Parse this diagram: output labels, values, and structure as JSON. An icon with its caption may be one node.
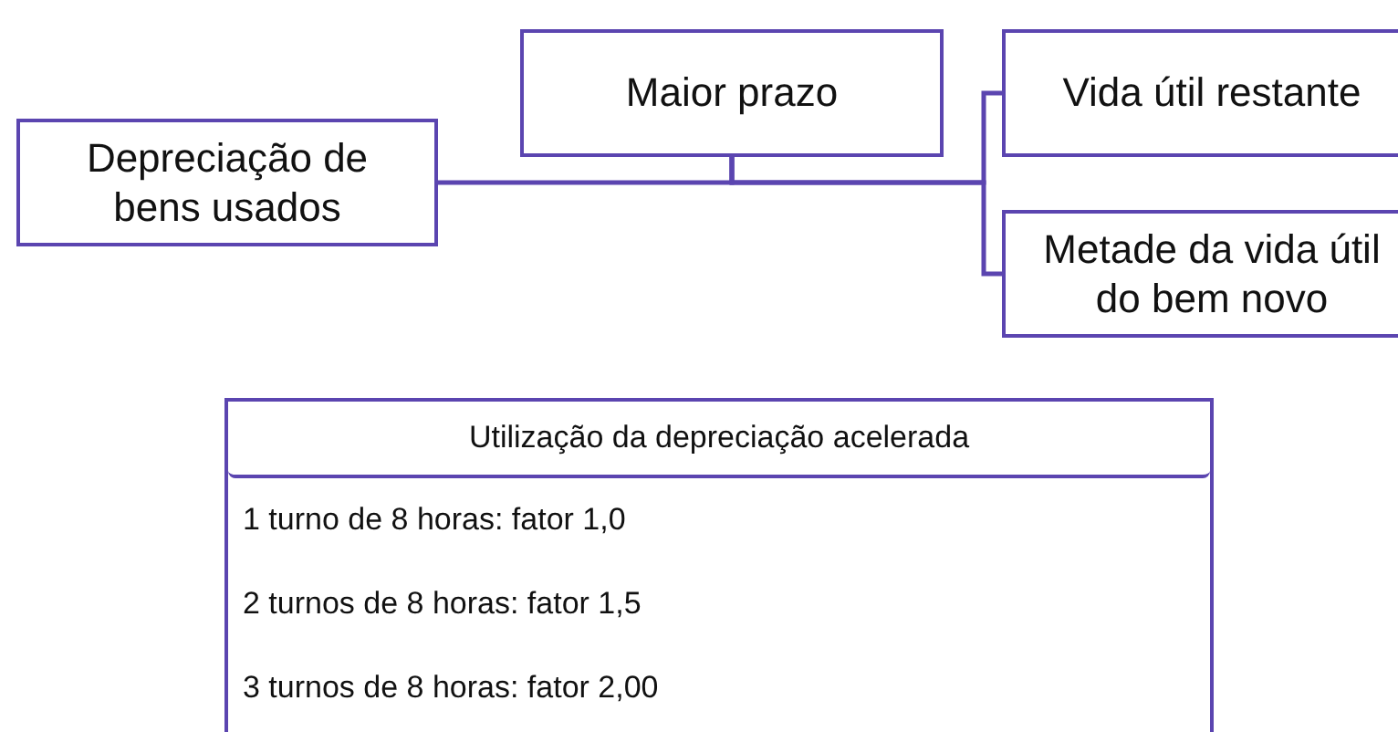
{
  "diagram": {
    "nodes": [
      {
        "text": [
          "Depreciação de bens usados"
        ]
      },
      {
        "text": [
          "Maior prazo"
        ]
      },
      {
        "text": [
          "Vida útil restante"
        ]
      },
      {
        "text": [
          "Metade da vida útil do bem novo"
        ]
      },
      {
        "text": [
          "Utilização da depreciação acelerada",
          "1 turno de 8 horas: fator 1,0",
          "2 turnos de 8 horas: fator 1,5",
          "3 turnos de 8 horas: fator 2,00"
        ]
      }
    ],
    "edges": [
      {
        "from": 0,
        "to": 1,
        "arrow": "none"
      },
      {
        "from": 1,
        "to": 2,
        "arrow": "none"
      },
      {
        "from": 1,
        "to": 3,
        "arrow": "none"
      }
    ]
  }
}
